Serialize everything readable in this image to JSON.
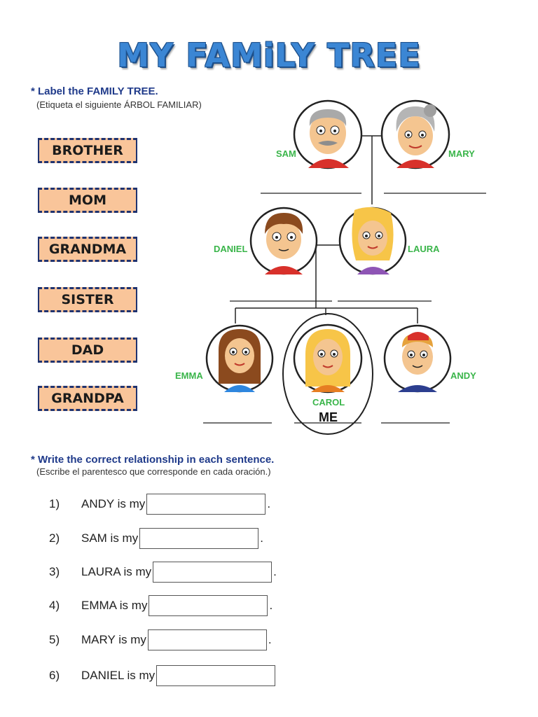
{
  "title": "MY FAMiLY TREE",
  "section1": {
    "instruction": "* Label the FAMILY TREE.",
    "subtitle": "(Etiqueta el siguiente ÁRBOL FAMILIAR)"
  },
  "word_cards": [
    "BROTHER",
    "MOM",
    "GRANDMA",
    "SISTER",
    "DAD",
    "GRANDPA"
  ],
  "tree": {
    "names": {
      "sam": "SAM",
      "mary": "MARY",
      "daniel": "DANIEL",
      "laura": "LAURA",
      "emma": "EMMA",
      "carol": "CAROL",
      "andy": "ANDY"
    },
    "me_label": "ME"
  },
  "section2": {
    "instruction": "* Write the correct relationship in each sentence.",
    "subtitle": "(Escribe el parentesco que corresponde en cada oración.)"
  },
  "questions": [
    {
      "num": "1)",
      "text": "ANDY is my",
      "answer": ""
    },
    {
      "num": "2)",
      "text": "SAM is my",
      "answer": ""
    },
    {
      "num": "3)",
      "text": "LAURA is my",
      "answer": ""
    },
    {
      "num": "4)",
      "text": "EMMA is my",
      "answer": ""
    },
    {
      "num": "5)",
      "text": "MARY is my",
      "answer": ""
    },
    {
      "num": "6)",
      "text": "DANIEL is my",
      "answer": ""
    }
  ],
  "period": "."
}
